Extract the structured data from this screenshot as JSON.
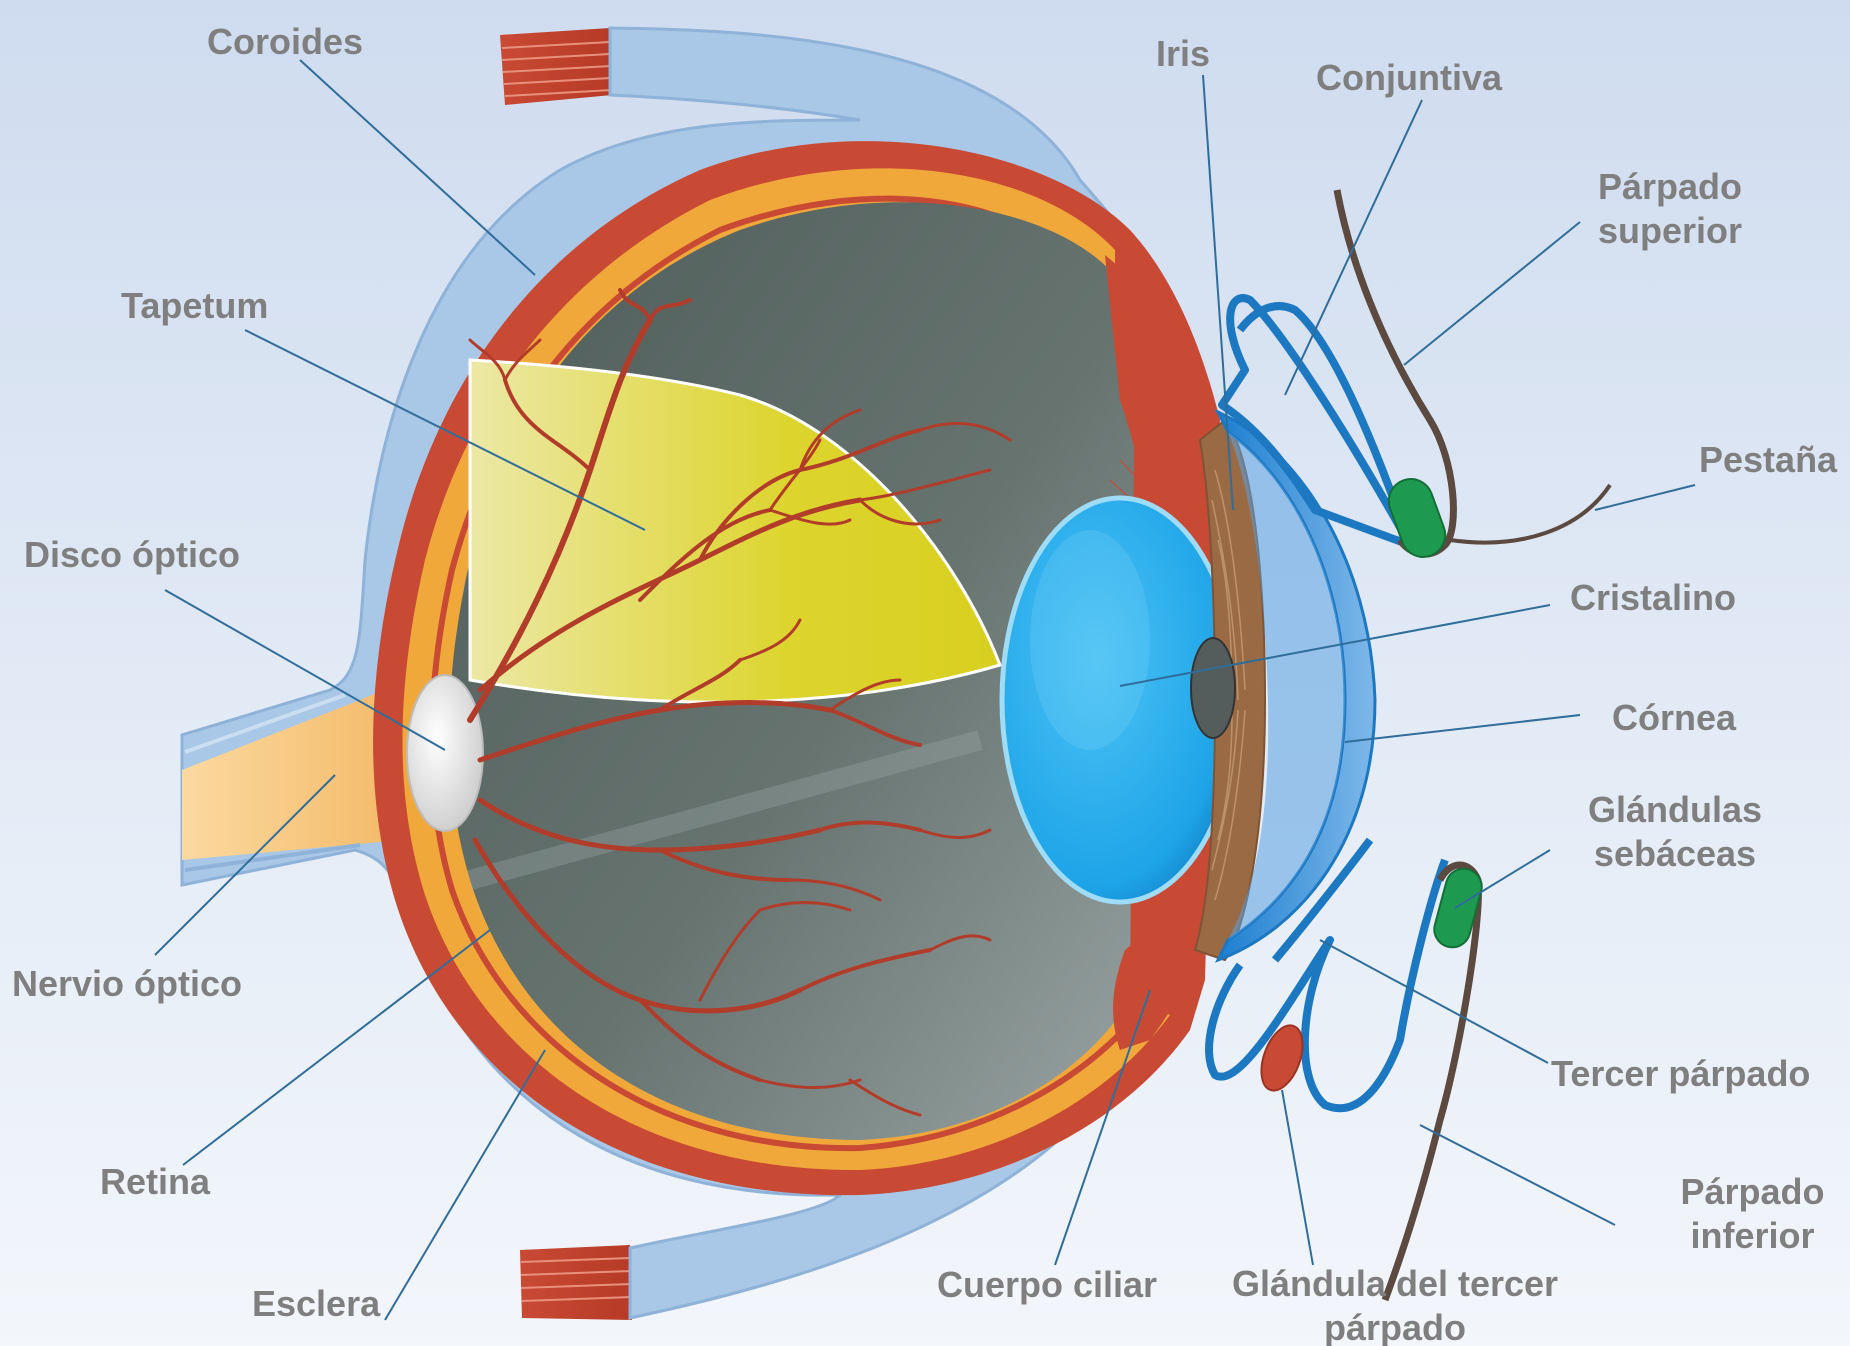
{
  "labels": {
    "coroides": "Coroides",
    "tapetum": "Tapetum",
    "disco_optico": "Disco óptico",
    "nervio_optico": "Nervio óptico",
    "retina": "Retina",
    "esclera": "Esclera",
    "cuerpo_ciliar": "Cuerpo ciliar",
    "glandula_tercer_parpado_1": "Glándula del tercer",
    "glandula_tercer_parpado_2": "párpado",
    "iris": "Iris",
    "conjuntiva": "Conjuntiva",
    "parpado_superior_1": "Párpado",
    "parpado_superior_2": "superior",
    "pestana": "Pestaña",
    "cristalino": "Cristalino",
    "cornea": "Córnea",
    "glandulas_sebaceas_1": "Glándulas",
    "glandulas_sebaceas_2": "sebáceas",
    "tercer_parpado": "Tercer párpado",
    "parpado_inferior_1": "Párpado",
    "parpado_inferior_2": "inferior"
  },
  "colors": {
    "sclera": "#a9c7e6",
    "choroid": "#c94a34",
    "retina": "#f0a83a",
    "vitreous": "#5d6a66",
    "tapetum": "#ddd52e",
    "lens": "#3fb6ef",
    "iris": "#9a6a45",
    "cornea": "#1e86c8",
    "vessels": "#b23c2a",
    "lid": "#5c4a40",
    "gland": "#1e9a50",
    "leader": "#2f6d9a",
    "label": "#7f7f7f"
  }
}
